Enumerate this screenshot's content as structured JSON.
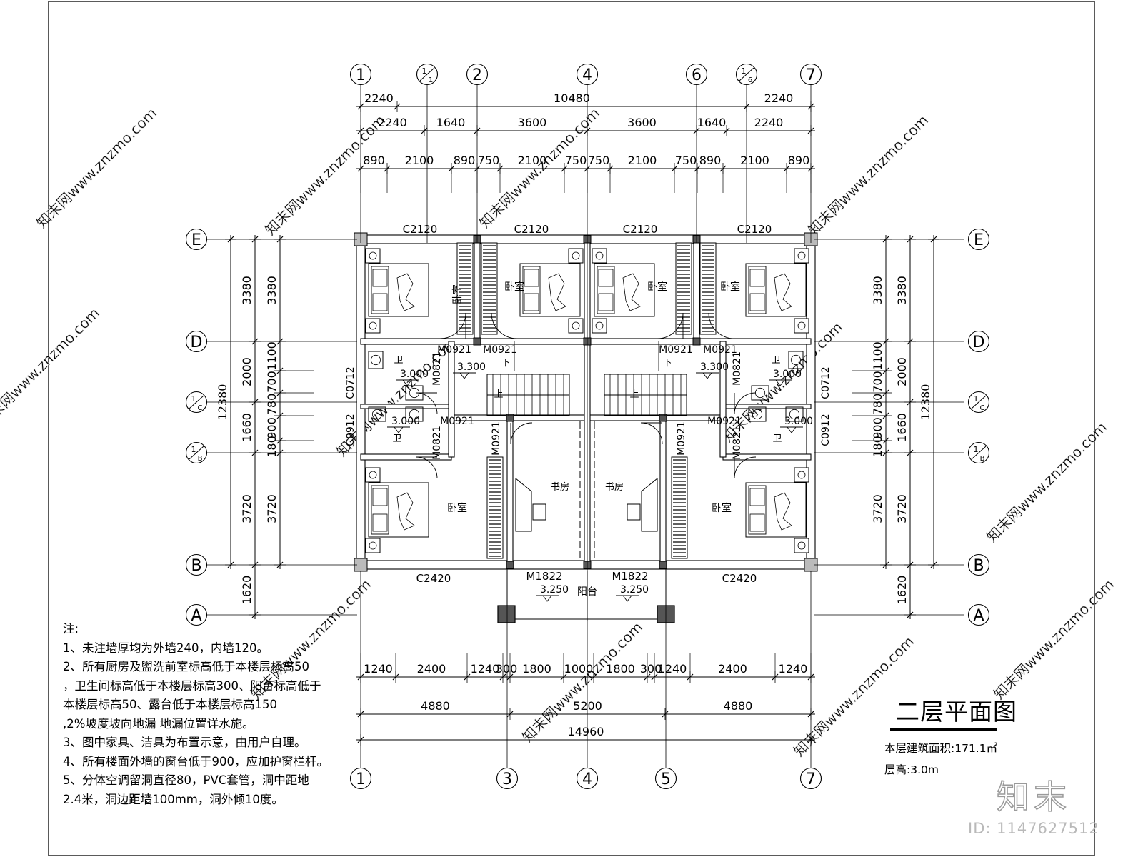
{
  "axes_top": [
    "1",
    "1/1",
    "2",
    "4",
    "6",
    "1/6",
    "7"
  ],
  "axes_bottom": [
    "1",
    "3",
    "4",
    "5",
    "7"
  ],
  "axes_left": [
    "E",
    "D",
    "1/C",
    "1/B",
    "B",
    "A"
  ],
  "axes_right": [
    "E",
    "D",
    "1/C",
    "1/B",
    "B",
    "A"
  ],
  "dims_top_row1": [
    "2240",
    "10480",
    "2240"
  ],
  "dims_top_row2": [
    "2240",
    "1640",
    "3600",
    "3600",
    "1640",
    "2240"
  ],
  "dims_top_row3": [
    "890",
    "2100",
    "890",
    "750",
    "2100",
    "750",
    "750",
    "2100",
    "750",
    "890",
    "2100",
    "890"
  ],
  "dims_bottom_row1": [
    "1240",
    "2400",
    "1240",
    "300",
    "1800",
    "1000",
    "1800",
    "300",
    "1240",
    "2400",
    "1240"
  ],
  "dims_bottom_row2": [
    "4880",
    "5200",
    "4880"
  ],
  "dims_bottom_total": "14960",
  "dims_left_outer": "12380",
  "dims_left_mid": [
    "3380",
    "2000",
    "1660",
    "3720",
    "1620"
  ],
  "dims_left_inner": [
    "3380",
    "1100",
    "700",
    "780",
    "900",
    "180",
    "3720"
  ],
  "dims_right_outer": "12380",
  "dims_right_mid": [
    "3380",
    "2000",
    "1660",
    "3720",
    "1620"
  ],
  "dims_right_inner": [
    "3380",
    "1100",
    "700",
    "780",
    "900",
    "180",
    "3720"
  ],
  "rooms": {
    "bedroom": "卧室",
    "study": "书房",
    "wc": "卫",
    "balcony": "阳台",
    "up": "上",
    "down": "下"
  },
  "windows": {
    "c2120": "C2120",
    "c2420": "C2420",
    "c0712": "C0712",
    "c0912": "C0912"
  },
  "doors": {
    "m0921": "M0921",
    "m0821": "M0821",
    "m1822": "M1822"
  },
  "elevations": {
    "e3300": "3.300",
    "e3000": "3.000",
    "e3250": "3.250"
  },
  "notes": {
    "heading": "注:",
    "lines": [
      "1、未注墙厚均为外墙240，内墙120。",
      "2、所有厨房及盥洗前室标高低于本楼层标高50",
      "，卫生间标高低于本楼层标高300、阳台标高低于",
      "本楼层标高50、露台低于本楼层标高150",
      " ,2%坡度坡向地漏 地漏位置详水施。",
      "3、图中家具、洁具为布置示意，由用户自理。",
      "4、所有楼面外墙的窗台低于900，应加护窗栏杆。",
      "5、分体空调留洞直径80，PVC套管，洞中距地",
      "2.4米，洞边距墙100mm，洞外倾10度。"
    ]
  },
  "title": {
    "main": "二层平面图",
    "area": "本层建筑面积:171.1㎡",
    "height": "层高:3.0m"
  },
  "watermark": {
    "logo": "知末",
    "id": "ID: 1147627512",
    "site": "知末网www.znzmo.com"
  }
}
